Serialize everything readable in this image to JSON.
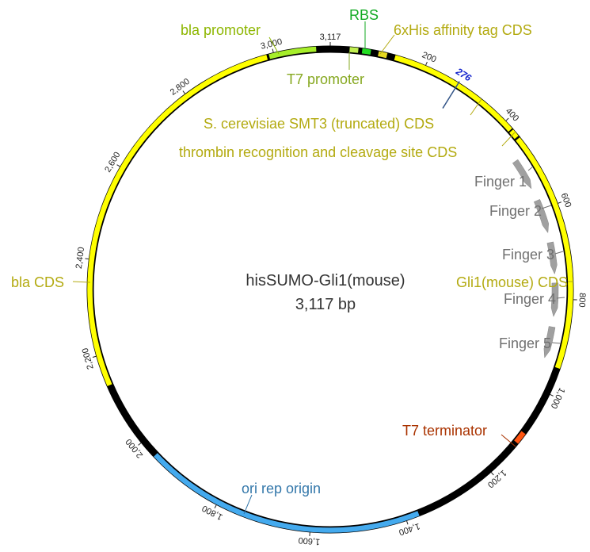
{
  "plasmid": {
    "name": "hisSUMO-Gli1(mouse)",
    "length_label": "3,117 bp",
    "length": 3117
  },
  "features": [
    {
      "name": "bla promoter",
      "start": 2990,
      "end": 3088,
      "color": "#a6ee2a",
      "label_color": "#8db600"
    },
    {
      "name": "T7 promoter",
      "start": 40,
      "end": 58,
      "color": "#c0ee50",
      "label_color": "#86a820"
    },
    {
      "name": "RBS",
      "start": 66,
      "end": 84,
      "color": "#22dd22",
      "label_color": "#11aa22"
    },
    {
      "name": "6xHis affinity tag CDS",
      "start": 100,
      "end": 118,
      "color": "#e6d820",
      "label_color": "#b3aa10"
    },
    {
      "name": "S. cerevisiae SMT3 (truncated) CDS",
      "start": 135,
      "end": 420,
      "color": "#ffff00",
      "label_color": "#b3aa10"
    },
    {
      "name": "thrombin recognition and cleavage site CDS",
      "start": 423,
      "end": 440,
      "color": "#ffff00",
      "label_color": "#b3aa10"
    },
    {
      "name": "Gli1(mouse) CDS",
      "start": 444,
      "end": 944,
      "color": "#ffff00",
      "label_color": "#b3aa10"
    },
    {
      "name": "T7 terminator",
      "start": 1095,
      "end": 1120,
      "color": "#ff5511",
      "label_color": "#aa3300"
    },
    {
      "name": "ori rep origin",
      "start": 1372,
      "end": 1962,
      "color": "#44aaee",
      "label_color": "#3377aa"
    },
    {
      "name": "bla CDS",
      "start": 2135,
      "end": 2985,
      "color": "#ffff00",
      "label_color": "#b3aa10"
    }
  ],
  "fingers": [
    {
      "name": "Finger 1",
      "start": 479,
      "end": 549
    },
    {
      "name": "Finger 2",
      "start": 578,
      "end": 653
    },
    {
      "name": "Finger 3",
      "start": 675,
      "end": 745
    },
    {
      "name": "Finger 4",
      "start": 765,
      "end": 839
    },
    {
      "name": "Finger 5",
      "start": 862,
      "end": 932
    }
  ],
  "finger_color": "#a0a0a0",
  "finger_label_color": "#707070",
  "site_marker": {
    "label": "276",
    "position": 276,
    "color": "#1122cc"
  },
  "ticks": [
    {
      "pos": 3117,
      "label": "3,117"
    },
    {
      "pos": 200,
      "label": "200"
    },
    {
      "pos": 400,
      "label": "400"
    },
    {
      "pos": 600,
      "label": "600"
    },
    {
      "pos": 800,
      "label": "800"
    },
    {
      "pos": 1000,
      "label": "1,000"
    },
    {
      "pos": 1200,
      "label": "1,200"
    },
    {
      "pos": 1400,
      "label": "1,400"
    },
    {
      "pos": 1600,
      "label": "1,600"
    },
    {
      "pos": 1800,
      "label": "1,800"
    },
    {
      "pos": 2000,
      "label": "2,000"
    },
    {
      "pos": 2200,
      "label": "2,200"
    },
    {
      "pos": 2400,
      "label": "2,400"
    },
    {
      "pos": 2600,
      "label": "2,600"
    },
    {
      "pos": 2800,
      "label": "2,800"
    },
    {
      "pos": 3000,
      "label": "3,000"
    }
  ]
}
